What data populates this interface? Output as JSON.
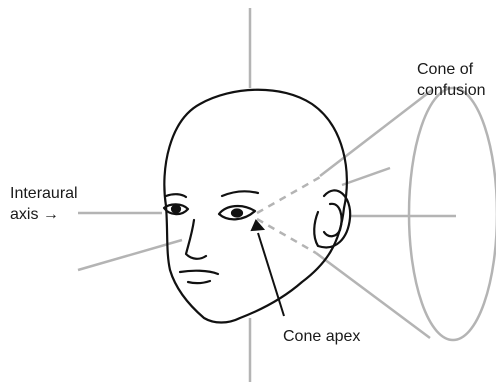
{
  "labels": {
    "cone_of_confusion_line1": "Cone of",
    "cone_of_confusion_line2": "confusion",
    "interaural_axis_line1": "Interaural",
    "interaural_axis_line2": "axis",
    "interaural_arrow": "→",
    "cone_apex": "Cone apex"
  },
  "colors": {
    "axis_lines": "#b4b4b4",
    "outline": "#111111",
    "text": "#1a1a1a"
  }
}
